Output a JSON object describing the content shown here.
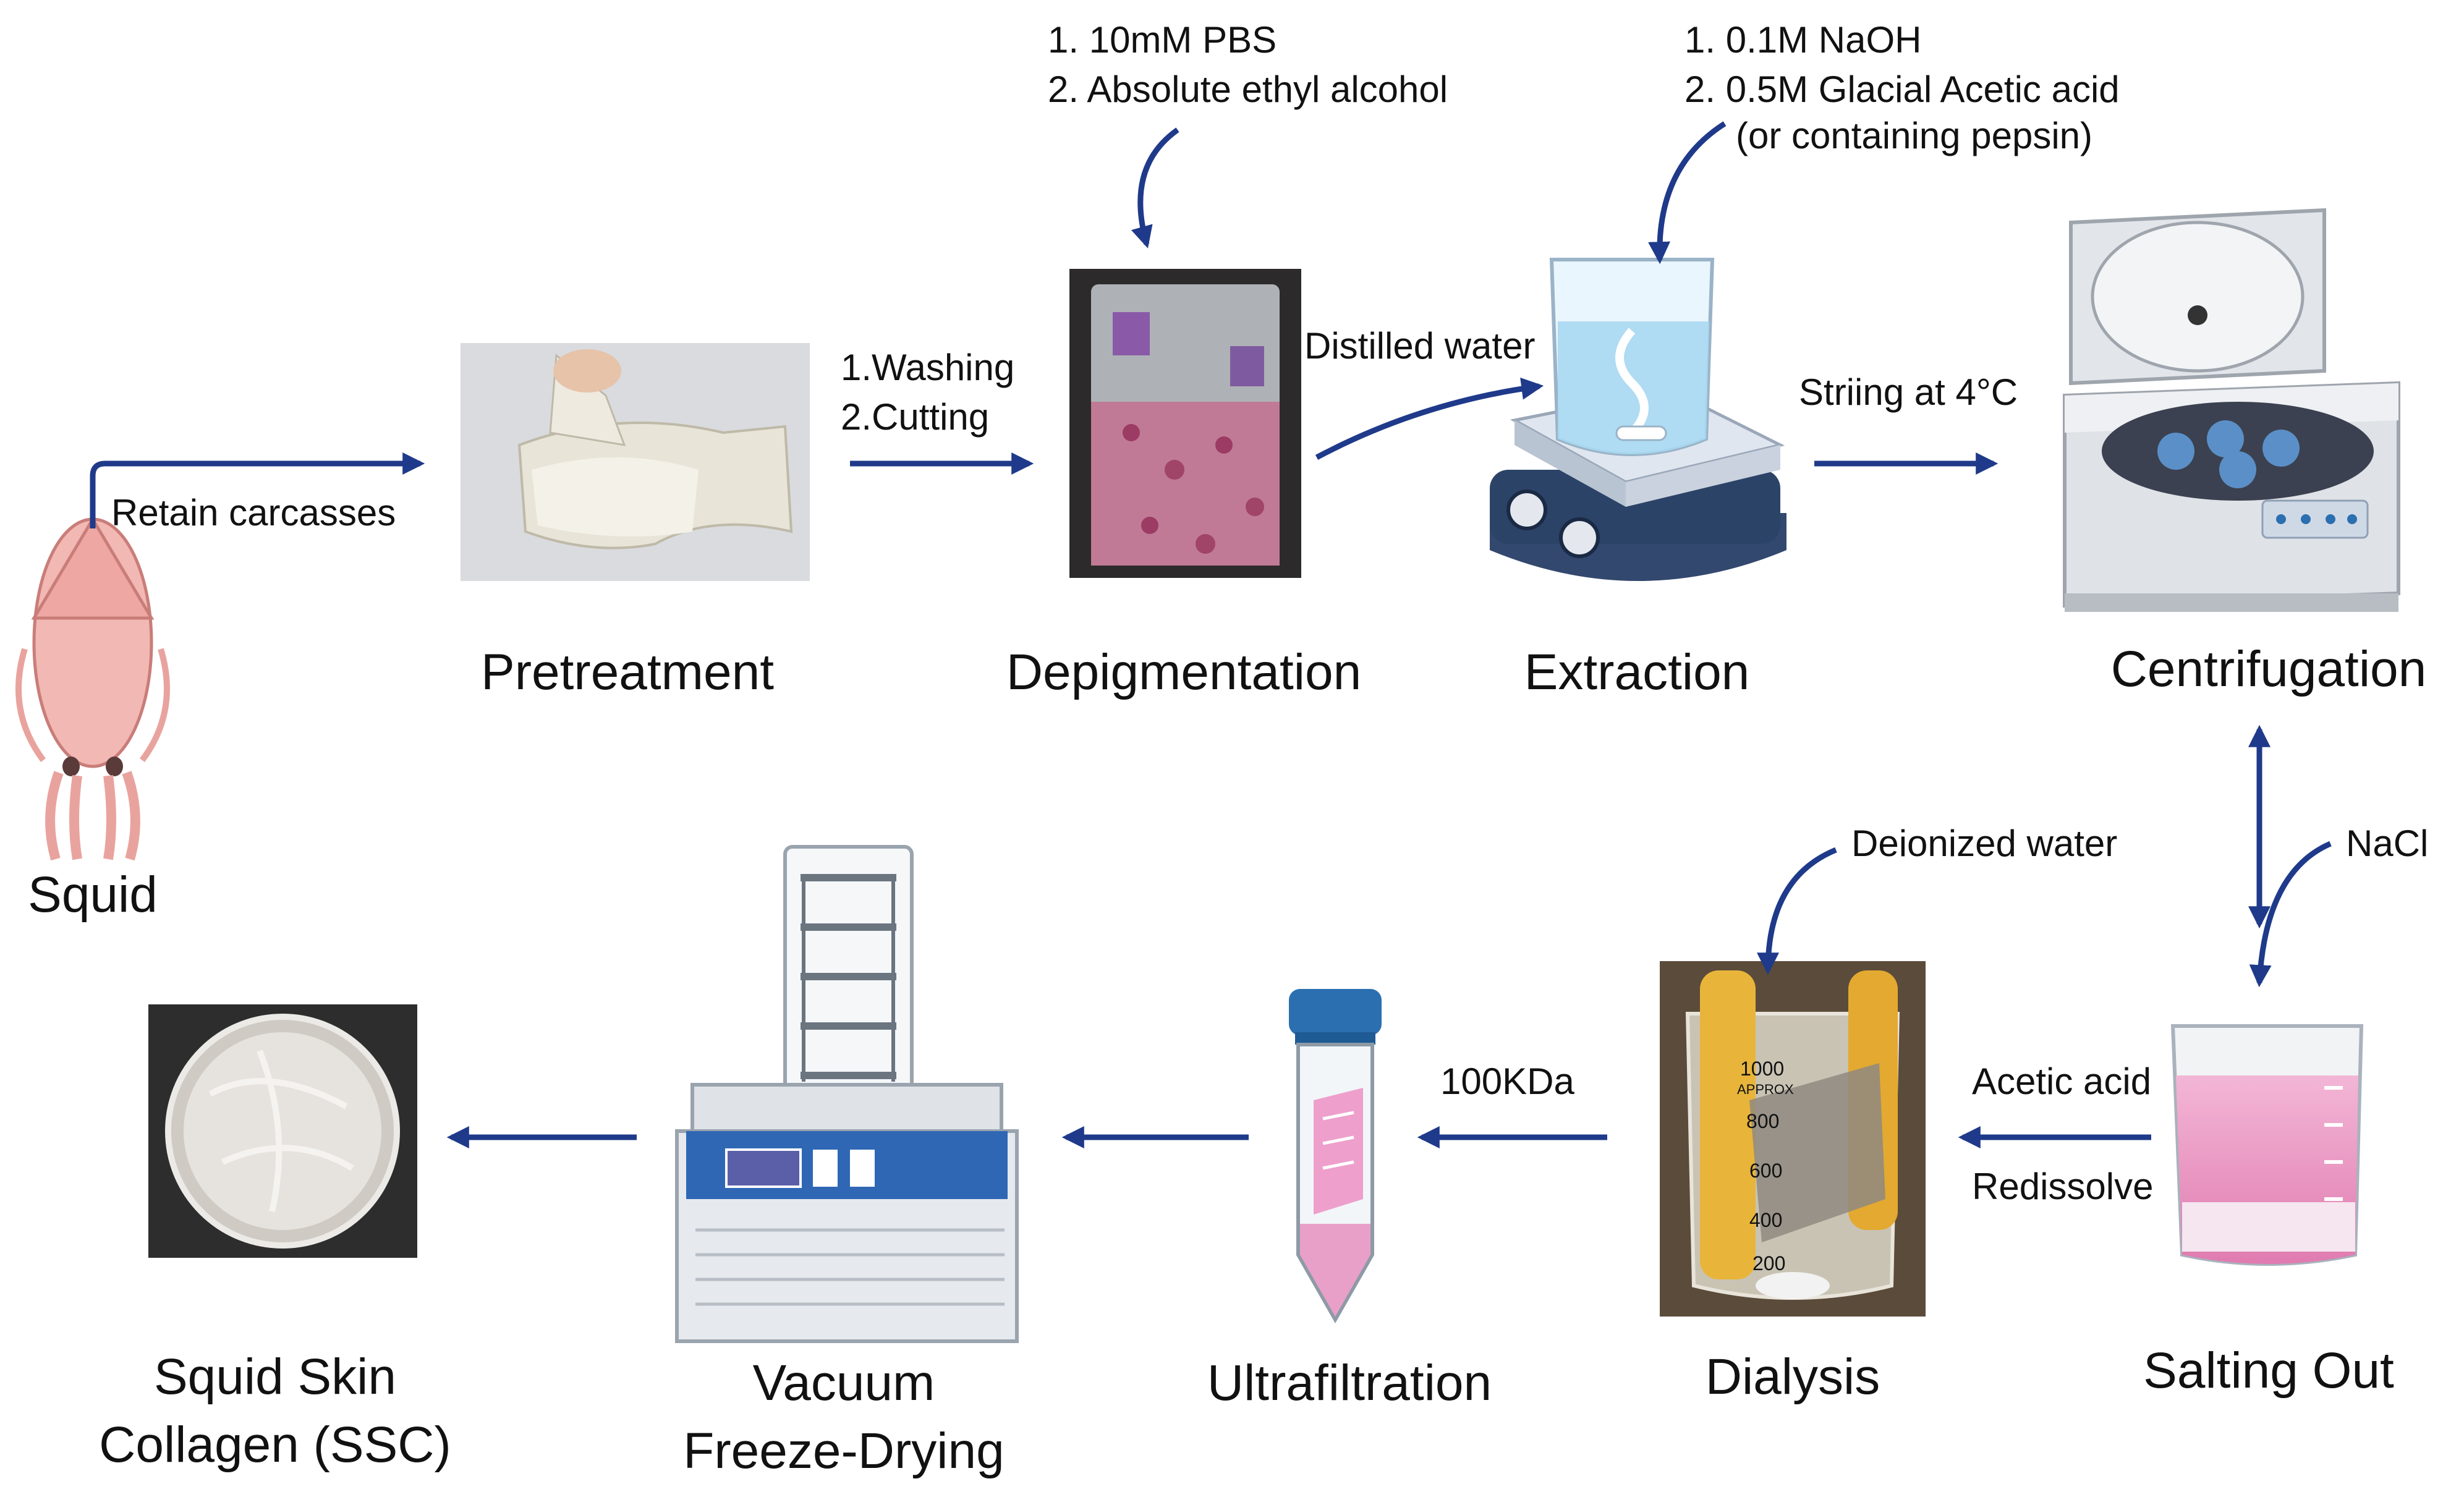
{
  "colors": {
    "arrow": "#1f3a8a",
    "squid": "#f2b8b3",
    "pink_solution": "#e9a0c8",
    "cap_blue": "#2b6fb0",
    "instrument_gray": "#c9cdd3",
    "hotplate_navy": "#23395d",
    "water_blue": "#a9d8f2"
  },
  "nodes": {
    "squid": {
      "label": "Squid",
      "icon": "squid-illustration"
    },
    "pretreatment": {
      "label": "Pretreatment",
      "icon": "squid-skin-photo"
    },
    "depigmentation": {
      "label": "Depigmentation",
      "icon": "beaker-photo"
    },
    "extraction": {
      "label": "Extraction",
      "icon": "stirrer-beaker"
    },
    "centrifugation": {
      "label": "Centrifugation",
      "icon": "centrifuge"
    },
    "salting_out": {
      "label": "Salting Out",
      "icon": "beaker-pink"
    },
    "dialysis": {
      "label": "Dialysis",
      "icon": "dialysis-photo"
    },
    "ultrafiltration": {
      "label": "Ultrafiltration",
      "icon": "centrifuge-tube"
    },
    "freeze_drying": {
      "label_line1": "Vacuum",
      "label_line2": "Freeze-Drying",
      "icon": "freeze-dryer"
    },
    "ssc": {
      "label_line1": "Squid Skin",
      "label_line2": "Collagen (SSC)",
      "icon": "petri-dish-photo"
    }
  },
  "annotations": {
    "retain": "Retain carcasses",
    "washing": "1.Washing",
    "cutting": "2.Cutting",
    "depig_reagent1": "1.  10mM PBS",
    "depig_reagent2": "2.  Absolute ethyl alcohol",
    "distilled": "Distilled water",
    "extract_reagent1": "1.  0.1M NaOH",
    "extract_reagent2": "2.  0.5M Glacial Acetic acid",
    "extract_reagent3": "(or containing pepsin)",
    "stirring": "Striing at 4°C",
    "nacl": "NaCl",
    "acetic": "Acetic acid",
    "redissolve": "Redissolve",
    "deionized": "Deionized water",
    "kda": "100KDa",
    "beaker_1000": "1000",
    "beaker_approx": "APPROX",
    "beaker_800": "800",
    "beaker_600": "600",
    "beaker_400": "400",
    "beaker_200": "200"
  }
}
